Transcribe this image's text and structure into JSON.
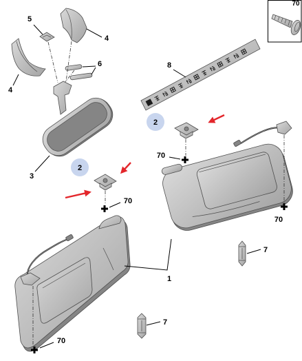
{
  "figure": {
    "callouts": {
      "c5": "5",
      "c4_top": "4",
      "c4_left": "4",
      "c6": "6",
      "c3": "3",
      "c8": "8",
      "c2_upper": "2",
      "c2_lower": "2",
      "c70_upper": "70",
      "c70_lower": "70",
      "c70_right": "70",
      "c70_left": "70",
      "c70_inset": "70",
      "c1": "1",
      "c7_right": "7",
      "c7_bottom": "7"
    },
    "colors": {
      "part_light": "#d9d9d9",
      "part_fill": "#a4a4a4",
      "part_shadow": "#858585",
      "part_stroke": "#4d4d4d",
      "highlight": "#c8d5ee",
      "arrow": "#e3262b",
      "ink": "#000000"
    }
  }
}
